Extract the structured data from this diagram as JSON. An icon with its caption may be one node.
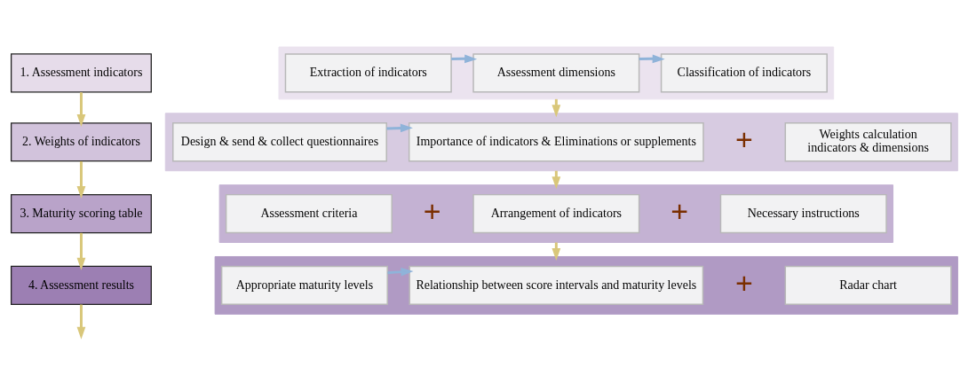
{
  "diagram": {
    "nodes": [
      {
        "text": [
          "1. Assessment indicators"
        ]
      },
      {
        "text": [],
        "shape": "band"
      },
      {
        "text": [
          "Extraction of indicators"
        ],
        "in": 1
      },
      {
        "text": [
          "Assessment dimensions"
        ],
        "in": 1
      },
      {
        "text": [
          "Classification of indicators"
        ],
        "in": 1
      },
      {
        "text": [
          "2. Weights of indicators"
        ]
      },
      {
        "text": [],
        "shape": "band"
      },
      {
        "text": [
          "Design & send & collect questionnaires"
        ],
        "in": 6
      },
      {
        "text": [
          "Importance of indicators & Eliminations or supplements"
        ],
        "in": 6
      },
      {
        "text": [
          "Weights calculation",
          "indicators & dimensions"
        ],
        "in": 6
      },
      {
        "text": [
          "3. Maturity scoring table"
        ]
      },
      {
        "text": [],
        "shape": "band"
      },
      {
        "text": [
          "Assessment criteria"
        ],
        "in": 11
      },
      {
        "text": [
          "Arrangement of indicators"
        ],
        "in": 11
      },
      {
        "text": [
          "Necessary instructions"
        ],
        "in": 11
      },
      {
        "text": [
          "4. Assessment results"
        ]
      },
      {
        "text": [],
        "shape": "band"
      },
      {
        "text": [
          "Appropriate maturity levels"
        ],
        "in": 16
      },
      {
        "text": [
          "Relationship between score intervals and maturity levels"
        ],
        "in": 16
      },
      {
        "text": [
          "Radar chart"
        ],
        "in": 16
      }
    ],
    "edges": [
      {
        "from": 2,
        "to": 3,
        "arrow": "to",
        "color": "#8fb3d9"
      },
      {
        "from": 3,
        "to": 4,
        "arrow": "to",
        "color": "#8fb3d9"
      },
      {
        "from": 7,
        "to": 8,
        "arrow": "to",
        "color": "#8fb3d9"
      },
      {
        "from": 17,
        "to": 18,
        "arrow": "to",
        "color": "#8fb3d9"
      },
      {
        "from": 1,
        "to": 6,
        "arrow": "to"
      },
      {
        "from": 6,
        "to": 11,
        "arrow": "to"
      },
      {
        "from": 11,
        "to": 16,
        "arrow": "to"
      },
      {
        "from": 0,
        "to": 5,
        "arrow": "to"
      },
      {
        "from": 5,
        "to": 10,
        "arrow": "to"
      },
      {
        "from": 10,
        "to": 15,
        "arrow": "to"
      },
      {
        "from": 15,
        "to": null,
        "arrow": "to"
      }
    ],
    "labels": [
      "+",
      "+",
      "+",
      "+"
    ]
  }
}
